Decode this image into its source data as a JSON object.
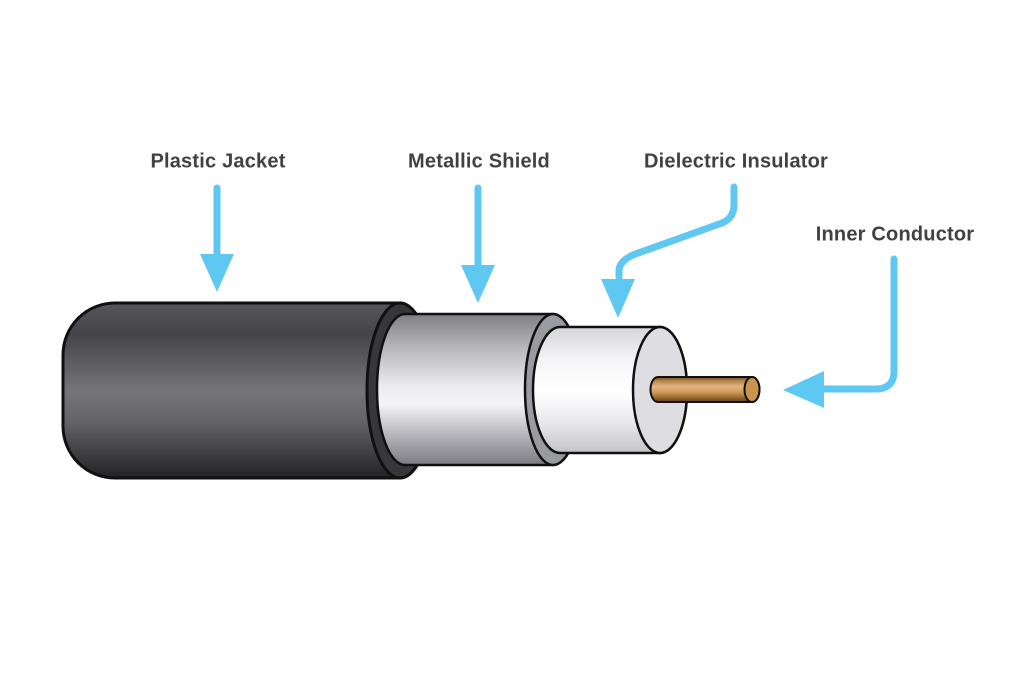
{
  "diagram": {
    "subject": "coaxial-cable-cutaway",
    "labels": {
      "plastic_jacket": "Plastic Jacket",
      "metallic_shield": "Metallic Shield",
      "dielectric_insulator": "Dielectric Insulator",
      "inner_conductor": "Inner Conductor"
    },
    "colors": {
      "background": "#ffffff",
      "label_text": "#414042",
      "arrow": "#5ec7f2",
      "outline": "#101010",
      "jacket_face": "#37373b",
      "shield_face": "#9a9aa1",
      "dielectric_face": "#dedee2",
      "conductor_tip": "#c9954e"
    }
  }
}
